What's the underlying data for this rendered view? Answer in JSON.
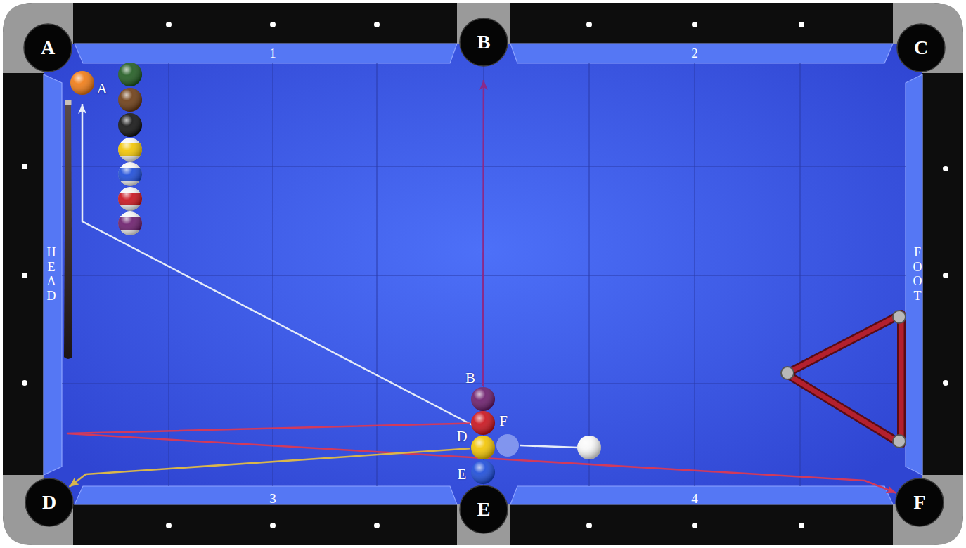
{
  "diagram": {
    "nodes": [
      {
        "text": [
          "A"
        ]
      },
      {
        "text": [
          "B"
        ]
      },
      {
        "text": [
          "C"
        ]
      },
      {
        "text": [
          "A"
        ]
      },
      {
        "text": [
          "B"
        ]
      },
      {
        "text": [
          "F"
        ]
      },
      {
        "text": [
          "D"
        ]
      },
      {
        "text": [
          "E"
        ]
      },
      {
        "text": [
          "D"
        ]
      },
      {
        "text": [
          "E"
        ]
      },
      {
        "text": [
          "F"
        ]
      }
    ],
    "edges": [
      {
        "from": 4,
        "to": 1,
        "arrow": "to"
      },
      {
        "from": 5,
        "to": 10,
        "arrow": "to"
      },
      {
        "from": 6,
        "to": 8,
        "arrow": "to"
      }
    ],
    "labels": [
      "1",
      "2",
      "HEAD",
      "FOOT",
      "3",
      "4"
    ]
  }
}
